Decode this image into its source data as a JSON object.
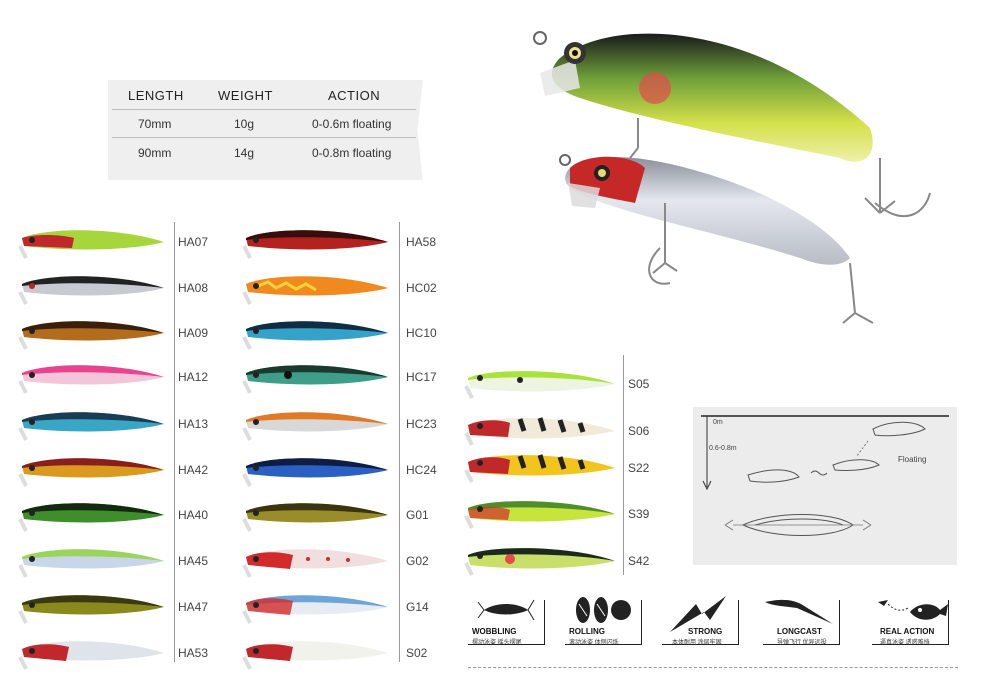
{
  "spec_table": {
    "headers": [
      "LENGTH",
      "WEIGHT",
      "ACTION"
    ],
    "rows": [
      [
        "70mm",
        "10g",
        "0-0.6m floating"
      ],
      [
        "90mm",
        "14g",
        "0-0.8m floating"
      ]
    ]
  },
  "lure_columns": [
    {
      "codes": [
        "HA07",
        "HA08",
        "HA09",
        "HA12",
        "HA13",
        "HA42",
        "HA40",
        "HA45",
        "HA47",
        "HA53"
      ]
    },
    {
      "codes": [
        "HA58",
        "HC02",
        "HC10",
        "HC17",
        "HC23",
        "HC24",
        "G01",
        "G02",
        "G14",
        "S02"
      ]
    },
    {
      "codes": [
        "S05",
        "S06",
        "S22",
        "S39",
        "S42"
      ]
    }
  ],
  "diagram": {
    "depth_top": "0m",
    "depth_range": "0.6-0.8m",
    "floating_label": "Floating"
  },
  "features": [
    {
      "title": "WOBBLING",
      "subtitle": "摆动泳姿  摇头摆尾",
      "icon": "wobbling-icon"
    },
    {
      "title": "ROLLING",
      "subtitle": "滚动泳姿  体侧闪烁",
      "icon": "rolling-icon"
    },
    {
      "title": "STRONG",
      "subtitle": "本体耐用  涂层牢固",
      "icon": "strong-icon"
    },
    {
      "title": "LONGCAST",
      "subtitle": "导弹飞行  优异远投",
      "icon": "longcast-icon"
    },
    {
      "title": "REAL ACTION",
      "subtitle": "逼真泳姿  诱惑难挡",
      "icon": "real-action-icon"
    }
  ]
}
